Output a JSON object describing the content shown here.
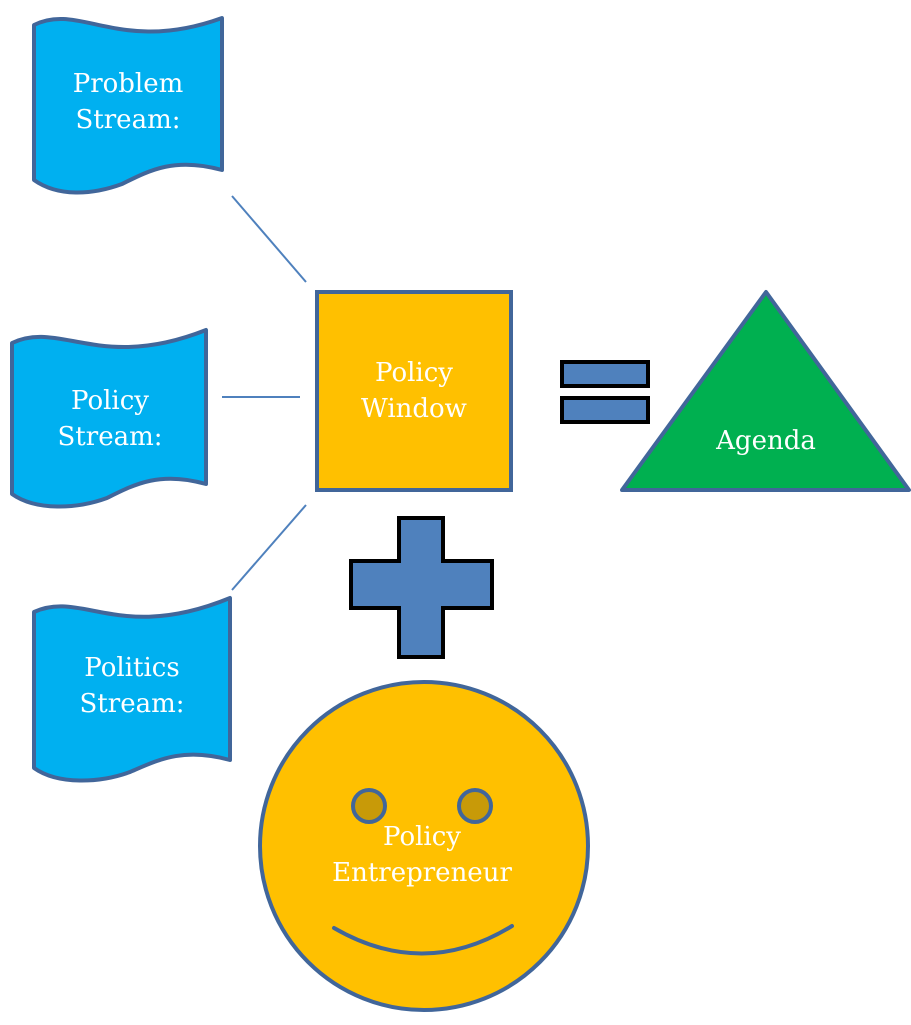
{
  "streams": {
    "problem": {
      "line1": "Problem",
      "line2": "Stream:"
    },
    "policy": {
      "line1": "Policy",
      "line2": "Stream:"
    },
    "politics": {
      "line1": "Politics",
      "line2": "Stream:"
    }
  },
  "window": {
    "line1": "Policy",
    "line2": "Window"
  },
  "agenda": {
    "label": "Agenda"
  },
  "entrepreneur": {
    "line1": "Policy",
    "line2": "Entrepreneur"
  },
  "colors": {
    "stream_fill": "#00b0f0",
    "window_fill": "#ffc000",
    "agenda_fill": "#00b050",
    "operator_fill": "#4f81bd",
    "face_fill": "#ffc000",
    "eye_fill": "#c89a08",
    "outline": "#41669a"
  }
}
